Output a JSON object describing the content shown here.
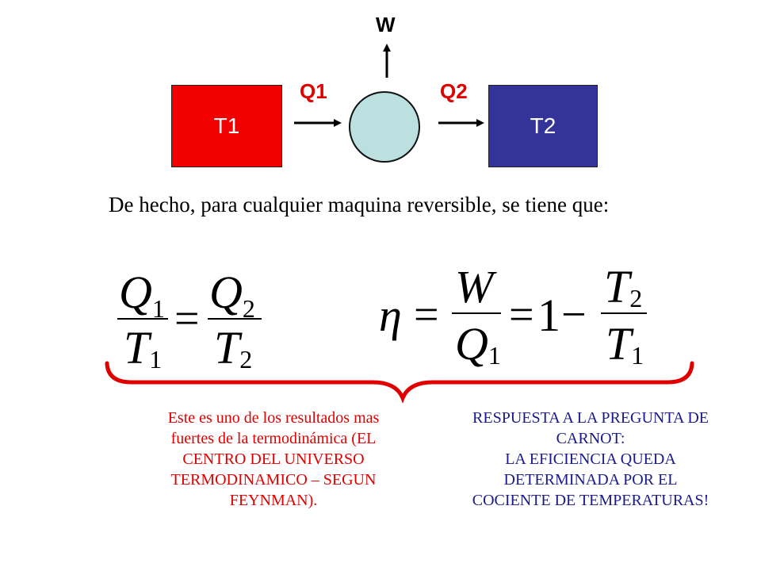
{
  "diagram": {
    "hot_reservoir": {
      "label": "T1",
      "color": "#f20000"
    },
    "cold_reservoir": {
      "label": "T2",
      "color": "#33339a"
    },
    "engine": {
      "color": "#bce0e0"
    },
    "heat_in_label": "Q1",
    "heat_out_label": "Q2",
    "work_label": "W"
  },
  "sentence": "De hecho, para cualquier maquina reversible, se tiene que:",
  "equation_left": {
    "lhs_num": "Q",
    "lhs_num_sub": "1",
    "lhs_den": "T",
    "lhs_den_sub": "1",
    "eq": "=",
    "rhs_num": "Q",
    "rhs_num_sub": "2",
    "rhs_den": "T",
    "rhs_den_sub": "2"
  },
  "equation_right": {
    "eta": "η",
    "eq1": "=",
    "frac1_num": "W",
    "frac1_den": "Q",
    "frac1_den_sub": "1",
    "eq2": "=",
    "one": "1",
    "minus": "−",
    "frac2_num": "T",
    "frac2_num_sub": "2",
    "frac2_den": "T",
    "frac2_den_sub": "1"
  },
  "note_left": {
    "lines": [
      "Este es uno de los resultados mas",
      "fuertes de la termodinámica (EL",
      "CENTRO DEL UNIVERSO",
      "TERMODINAMICO – SEGUN",
      "FEYNMAN)."
    ],
    "color": "#e00000"
  },
  "note_right": {
    "lines": [
      "RESPUESTA A LA PREGUNTA DE",
      "CARNOT:",
      "LA EFICIENCIA QUEDA",
      "DETERMINADA POR EL",
      "COCIENTE DE TEMPERATURAS!"
    ],
    "color": "#1a1a8c"
  },
  "brace_color": "#e00000"
}
